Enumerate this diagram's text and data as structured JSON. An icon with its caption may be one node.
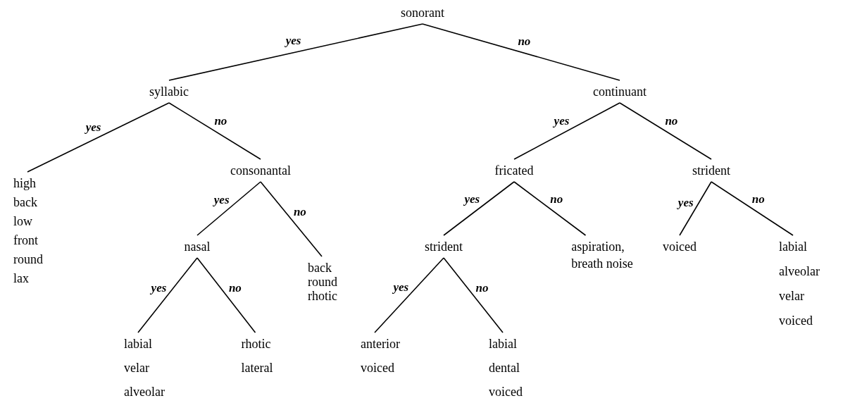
{
  "diagram": {
    "nodes": [
      {
        "text": [
          "sonorant"
        ]
      },
      {
        "text": [
          "syllabic"
        ]
      },
      {
        "text": [
          "continuant"
        ]
      },
      {
        "text": [
          "high",
          "back",
          "low",
          "front",
          "round",
          "lax"
        ]
      },
      {
        "text": [
          "consonantal"
        ]
      },
      {
        "text": [
          "fricated"
        ]
      },
      {
        "text": [
          "strident"
        ]
      },
      {
        "text": [
          "nasal"
        ]
      },
      {
        "text": [
          "back",
          "round",
          "rhotic"
        ]
      },
      {
        "text": [
          "strident"
        ]
      },
      {
        "text": [
          "aspiration,",
          "breath noise"
        ]
      },
      {
        "text": [
          "voiced"
        ]
      },
      {
        "text": [
          "labial",
          "alveolar",
          "velar",
          "voiced"
        ]
      },
      {
        "text": [
          "labial",
          "velar",
          "alveolar"
        ]
      },
      {
        "text": [
          "rhotic",
          "lateral"
        ]
      },
      {
        "text": [
          "anterior",
          "voiced"
        ]
      },
      {
        "text": [
          "labial",
          "dental",
          "voiced"
        ]
      }
    ],
    "edges": [
      {
        "from": 0,
        "to": 1,
        "arrow": "none",
        "label": "yes"
      },
      {
        "from": 0,
        "to": 2,
        "arrow": "none",
        "label": "no"
      },
      {
        "from": 1,
        "to": 3,
        "arrow": "none",
        "label": "yes"
      },
      {
        "from": 1,
        "to": 4,
        "arrow": "none",
        "label": "no"
      },
      {
        "from": 2,
        "to": 5,
        "arrow": "none",
        "label": "yes"
      },
      {
        "from": 2,
        "to": 6,
        "arrow": "none",
        "label": "no"
      },
      {
        "from": 4,
        "to": 7,
        "arrow": "none",
        "label": "yes"
      },
      {
        "from": 4,
        "to": 8,
        "arrow": "none",
        "label": "no"
      },
      {
        "from": 5,
        "to": 9,
        "arrow": "none",
        "label": "yes"
      },
      {
        "from": 5,
        "to": 10,
        "arrow": "none",
        "label": "no"
      },
      {
        "from": 6,
        "to": 11,
        "arrow": "none",
        "label": "yes"
      },
      {
        "from": 6,
        "to": 12,
        "arrow": "none",
        "label": "no"
      },
      {
        "from": 7,
        "to": 13,
        "arrow": "none",
        "label": "yes"
      },
      {
        "from": 7,
        "to": 14,
        "arrow": "none",
        "label": "no"
      },
      {
        "from": 9,
        "to": 15,
        "arrow": "none",
        "label": "yes"
      },
      {
        "from": 9,
        "to": 16,
        "arrow": "none",
        "label": "no"
      }
    ]
  }
}
